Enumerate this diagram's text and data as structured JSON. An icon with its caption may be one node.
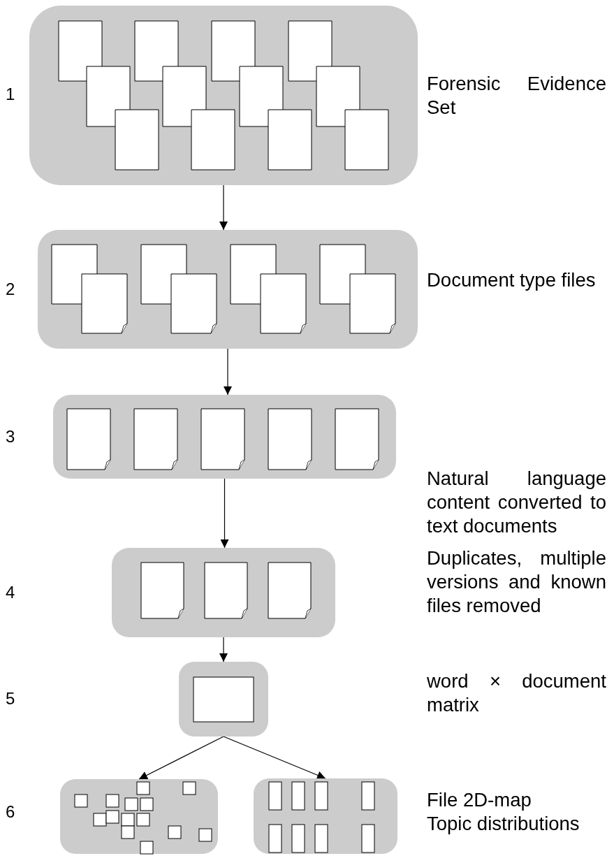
{
  "diagram": {
    "nodes": [
      {
        "text": [],
        "shape": "box"
      },
      {
        "text": [],
        "shape": "box"
      },
      {
        "text": [],
        "shape": "box"
      },
      {
        "text": [],
        "shape": "box"
      },
      {
        "text": [],
        "shape": "box"
      },
      {
        "text": [],
        "shape": "box"
      },
      {
        "text": [],
        "shape": "box"
      }
    ],
    "edges": [
      {
        "from": 0,
        "to": 1,
        "arrow": "to"
      },
      {
        "from": 1,
        "to": 2,
        "arrow": "to"
      },
      {
        "from": 2,
        "to": 3,
        "arrow": "to"
      },
      {
        "from": 3,
        "to": 4,
        "arrow": "to"
      },
      {
        "from": 4,
        "to": 5,
        "arrow": "to"
      },
      {
        "from": 4,
        "to": 6,
        "arrow": "to"
      }
    ],
    "labels": [
      "1",
      "Forensic Evidence Set",
      "2",
      "Document type files",
      "3",
      "Natural language content converted to text documents",
      "4",
      "Duplicates, multiple versions and known files removed",
      "5",
      "word × document matrix",
      "6",
      "File 2D-map",
      "Topic distributions"
    ]
  }
}
